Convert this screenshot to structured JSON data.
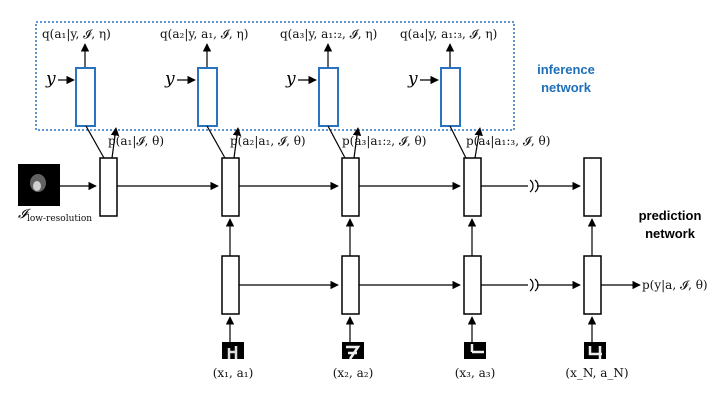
{
  "inference_network": {
    "title_line1": "inference",
    "title_line2": "network",
    "title_color": "#1f6fb8",
    "box_color": "#2a73c0",
    "y_label": "y",
    "q_labels": [
      "q(a₁|y, 𝓘, η)",
      "q(a₂|y, a₁, 𝓘, η)",
      "q(a₃|y, a₁:₂, 𝓘, η)",
      "q(a₄|y, a₁:₃, 𝓘, η)"
    ]
  },
  "prediction_network": {
    "title_line1": "prediction",
    "title_line2": "network",
    "p_labels": [
      "p(a₁|𝓘, θ)",
      "p(a₂|a₁, 𝓘, θ)",
      "p(a₃|a₁:₂, 𝓘, θ)",
      "p(a₄|a₁:₃, 𝓘, θ)"
    ],
    "output_label": "p(y|a, 𝓘, θ)",
    "low_res_label": "𝓘",
    "low_res_subscript": "low-resolution",
    "inputs": [
      "(x₁, a₁)",
      "(x₂, a₂)",
      "(x₃, a₃)",
      "(x_N, a_N)"
    ]
  }
}
